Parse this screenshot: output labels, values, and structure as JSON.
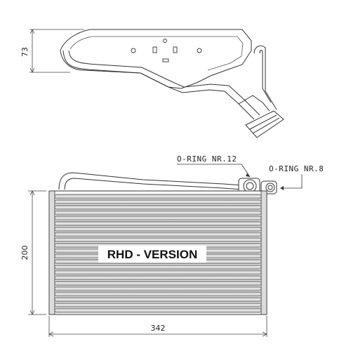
{
  "dimensions": {
    "top_view_height": "73",
    "core_height": "200",
    "core_width": "342"
  },
  "callouts": {
    "oring_large": "O-RING NR.12",
    "oring_small": "O-RING NR.8"
  },
  "version_label": "RHD - VERSION",
  "colors": {
    "line": "#3a3a3a",
    "fin_light": "#e6e6e6",
    "fin_dark": "#9a9a9a",
    "background": "#ffffff"
  }
}
